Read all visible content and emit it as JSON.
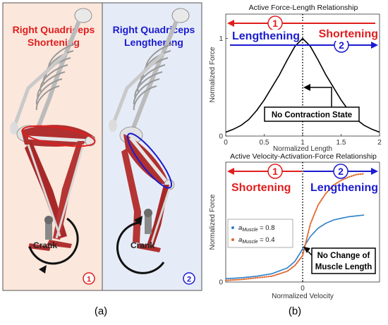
{
  "figure": {
    "panel_a_label": "(a)",
    "panel_b_label": "(b)"
  },
  "panel_a": {
    "left": {
      "title_line1": "Right Quadriceps",
      "title_line2": "Shortening",
      "crank_label": "Crank",
      "badge": "1",
      "title_color": "#e01e1e",
      "bg_color": "#fbe7dc"
    },
    "right": {
      "title_line1": "Right Quadriceps",
      "title_line2": "Lengthening",
      "crank_label": "Crank",
      "badge": "2",
      "title_color": "#1b1bd0",
      "bg_color": "#e6ecf7"
    }
  },
  "chart_data": [
    {
      "type": "line",
      "title": "Active Force-Length Relationship",
      "xlabel": "Normalized Length",
      "ylabel": "Normalized Force",
      "xlim": [
        0,
        2
      ],
      "ylim": [
        0,
        1.25
      ],
      "xticks": [
        "0",
        "0.5",
        "1",
        "1.5",
        "2"
      ],
      "yticks": [
        "0",
        "1"
      ],
      "grid": false,
      "series": [
        {
          "color": "#000000",
          "x": [
            0,
            0.1,
            0.2,
            0.3,
            0.4,
            0.5,
            0.6,
            0.7,
            0.8,
            0.9,
            1.0,
            1.1,
            1.2,
            1.3,
            1.4,
            1.5,
            1.6,
            1.7,
            1.8,
            1.9,
            2.0
          ],
          "y": [
            0.04,
            0.07,
            0.11,
            0.17,
            0.26,
            0.37,
            0.5,
            0.63,
            0.78,
            0.92,
            1.0,
            0.92,
            0.78,
            0.63,
            0.5,
            0.37,
            0.26,
            0.17,
            0.11,
            0.07,
            0.04
          ]
        }
      ],
      "reference_line_x": 1,
      "arrows": [
        {
          "badge": "1",
          "label": "Lengthening",
          "direction": "left",
          "color": "#e01e1e",
          "label_color": "#1b1bd0"
        },
        {
          "badge": "2",
          "label": "Shortening",
          "direction": "right",
          "color": "#1b1bd0",
          "label_color": "#e01e1e"
        }
      ],
      "annotation": "No Contraction State"
    },
    {
      "type": "line",
      "title": "Active Velocity-Activation-Force Relationship",
      "xlabel": "Normalized Velocity",
      "ylabel": "Normalized Force",
      "xlim": [
        -1,
        1
      ],
      "ylim": [
        0,
        1.45
      ],
      "xticks": [
        "0"
      ],
      "yticks": [
        "0"
      ],
      "grid": false,
      "series": [
        {
          "name": "a_Muscle = 0.8",
          "legend_base": "a",
          "legend_sub": "Muscle",
          "legend_rest": " = 0.8",
          "color": "#2a7fc9",
          "style": "solid",
          "x": [
            -1.0,
            -0.8,
            -0.6,
            -0.4,
            -0.2,
            -0.1,
            0.0,
            0.1,
            0.2,
            0.3,
            0.4,
            0.5,
            0.6,
            0.7,
            0.8
          ],
          "y": [
            0.04,
            0.05,
            0.07,
            0.1,
            0.17,
            0.25,
            0.4,
            0.55,
            0.65,
            0.71,
            0.75,
            0.77,
            0.79,
            0.8,
            0.81
          ]
        },
        {
          "name": "a_Muscle = 0.4",
          "legend_base": "a",
          "legend_sub": "Muscle",
          "legend_rest": " = 0.4",
          "color": "#e0662a",
          "style": "dotted",
          "x": [
            -1.0,
            -0.8,
            -0.6,
            -0.4,
            -0.2,
            -0.1,
            0.0,
            0.1,
            0.2,
            0.3,
            0.4,
            0.5,
            0.6,
            0.7,
            0.8
          ],
          "y": [
            0.02,
            0.03,
            0.05,
            0.07,
            0.13,
            0.2,
            0.32,
            0.7,
            0.93,
            1.07,
            1.17,
            1.23,
            1.27,
            1.3,
            1.31
          ]
        }
      ],
      "reference_line_x": 0,
      "arrows": [
        {
          "badge": "1",
          "label": "Shortening",
          "direction": "left",
          "color": "#e01e1e",
          "label_color": "#e01e1e"
        },
        {
          "badge": "2",
          "label": "Lengthening",
          "direction": "right",
          "color": "#1b1bd0",
          "label_color": "#1b1bd0"
        }
      ],
      "annotation_line1": "No Change of",
      "annotation_line2": "Muscle Length"
    }
  ]
}
